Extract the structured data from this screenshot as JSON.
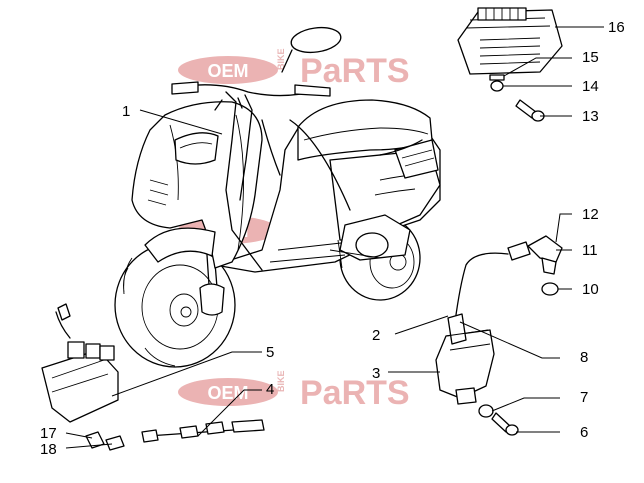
{
  "watermark": {
    "brand_left": "OEM",
    "brand_right": "PaRTS",
    "brand_small": "BIKE",
    "color": "#e8a6a6"
  },
  "callouts": [
    {
      "id": "1",
      "label": "1"
    },
    {
      "id": "2",
      "label": "2"
    },
    {
      "id": "3",
      "label": "3"
    },
    {
      "id": "4",
      "label": "4"
    },
    {
      "id": "5",
      "label": "5"
    },
    {
      "id": "6",
      "label": "6"
    },
    {
      "id": "7",
      "label": "7"
    },
    {
      "id": "8",
      "label": "8"
    },
    {
      "id": "10",
      "label": "10"
    },
    {
      "id": "11",
      "label": "11"
    },
    {
      "id": "12",
      "label": "12"
    },
    {
      "id": "13",
      "label": "13"
    },
    {
      "id": "14",
      "label": "14"
    },
    {
      "id": "15",
      "label": "15"
    },
    {
      "id": "16",
      "label": "16"
    },
    {
      "id": "17",
      "label": "17"
    },
    {
      "id": "18",
      "label": "18"
    }
  ]
}
